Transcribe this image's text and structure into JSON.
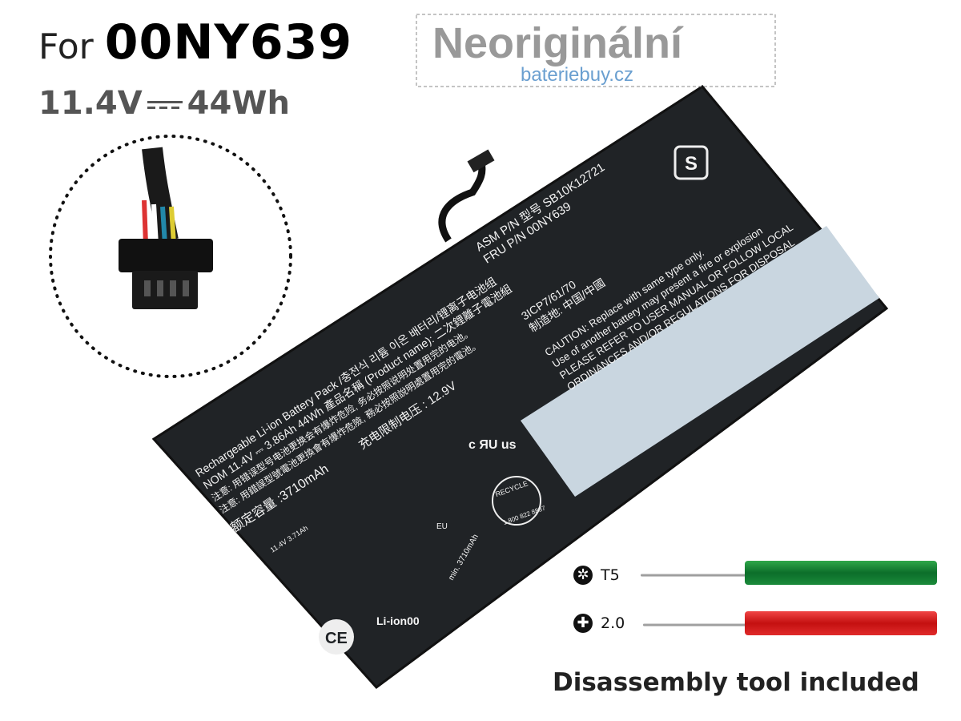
{
  "header": {
    "prefix": "For",
    "model": "00NY639",
    "voltage": "11.4V",
    "energy": "44Wh"
  },
  "battery_label": {
    "asm": "ASM P/N 型号 SB10K12721",
    "fru": "FRU P/N          00NY639",
    "cell": "3ICP7/61/70",
    "origin": "制造地: 中国/中國",
    "caution": [
      "CAUTION: Replace with same type only.",
      "Use of another battery may present a fire or explosion",
      "PLEASE REFER TO USER MANUAL OR FOLLOW LOCAL",
      "ORDINANCES AND/OR REGULATIONS FOR DISPOSAL"
    ],
    "title": "Rechargeable Li-ion Battery Pack /충전식 리튬 이온 배터리/锂离子电池组",
    "nom": "NOM 11.4V ⎓ 3.86Ah 44Wh  產品名稱 (Product name): 二次鋰離子電池組",
    "warn1": "注意: 用错误型号电池更换会有爆炸危险, 务必按照说明处置用完的电池。",
    "warn2": "注意: 用錯誤型號電池更換會有爆炸危險, 務必按照說明處置用完的電池。",
    "capacity": "额定容量 :3710mAh",
    "charge_limit": "充电限制电压 : 12.9V",
    "small_rating": "11.4V 3.71Ah",
    "min_cap": "min. 3710mAh",
    "eu": "EU",
    "li_ion": "Li-ion00",
    "recycle": "RECYCLE",
    "recycle_phone": "1 800 822 8837",
    "ce": "CE",
    "ul": "c ЯU us"
  },
  "watermark": {
    "main": "Neoriginální",
    "site": "bateriebuy.cz"
  },
  "tools": [
    {
      "icon": "torx-icon",
      "label": "T5",
      "color": "#1a8a3a"
    },
    {
      "icon": "phillips-icon",
      "label": "2.0",
      "color": "#d41a1a"
    }
  ],
  "caption": "Disassembly tool included"
}
